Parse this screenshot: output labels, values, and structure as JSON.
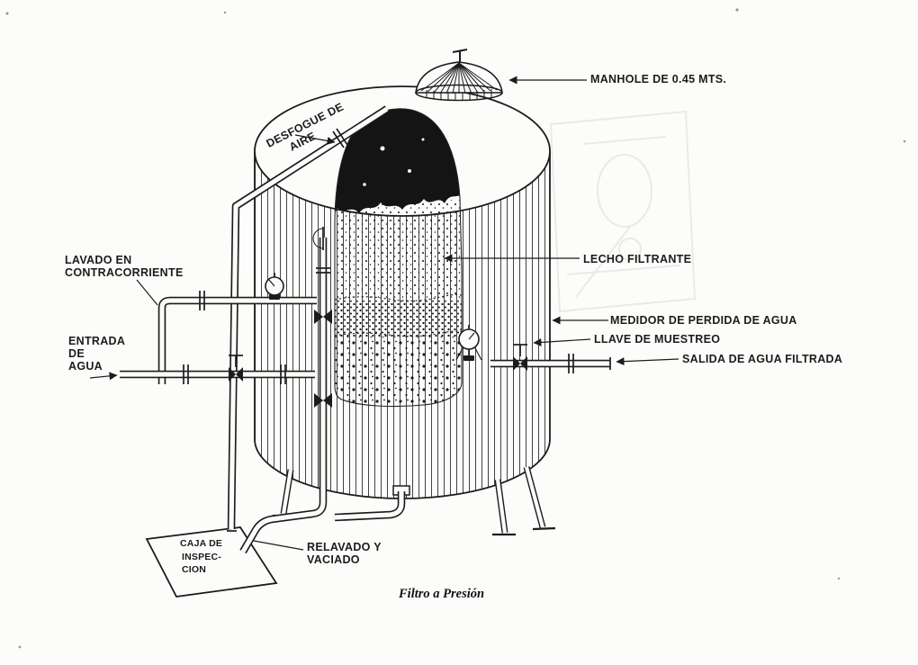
{
  "caption": "Filtro a Presión",
  "colors": {
    "ink": "#1c1c1c",
    "paper": "#fcfcfa"
  },
  "labels": {
    "manhole": "MANHOLE DE 0.45 MTS.",
    "air_vent_1": "DESFOGUE DE",
    "air_vent_2": "AIRE",
    "backwash_1": "LAVADO EN",
    "backwash_2": "CONTRACORRIENTE",
    "inlet_1": "ENTRADA",
    "inlet_2": "DE",
    "inlet_3": "AGUA",
    "filter_bed": "LECHO FILTRANTE",
    "loss_meter": "MEDIDOR DE PERDIDA DE AGUA",
    "sampling_valve": "LLAVE DE MUESTREO",
    "outlet": "SALIDA DE AGUA FILTRADA",
    "inspection_1": "CAJA DE",
    "inspection_2": "INSPEC-",
    "inspection_3": "CION",
    "drain_1": "RELAVADO Y",
    "drain_2": "VACIADO"
  }
}
